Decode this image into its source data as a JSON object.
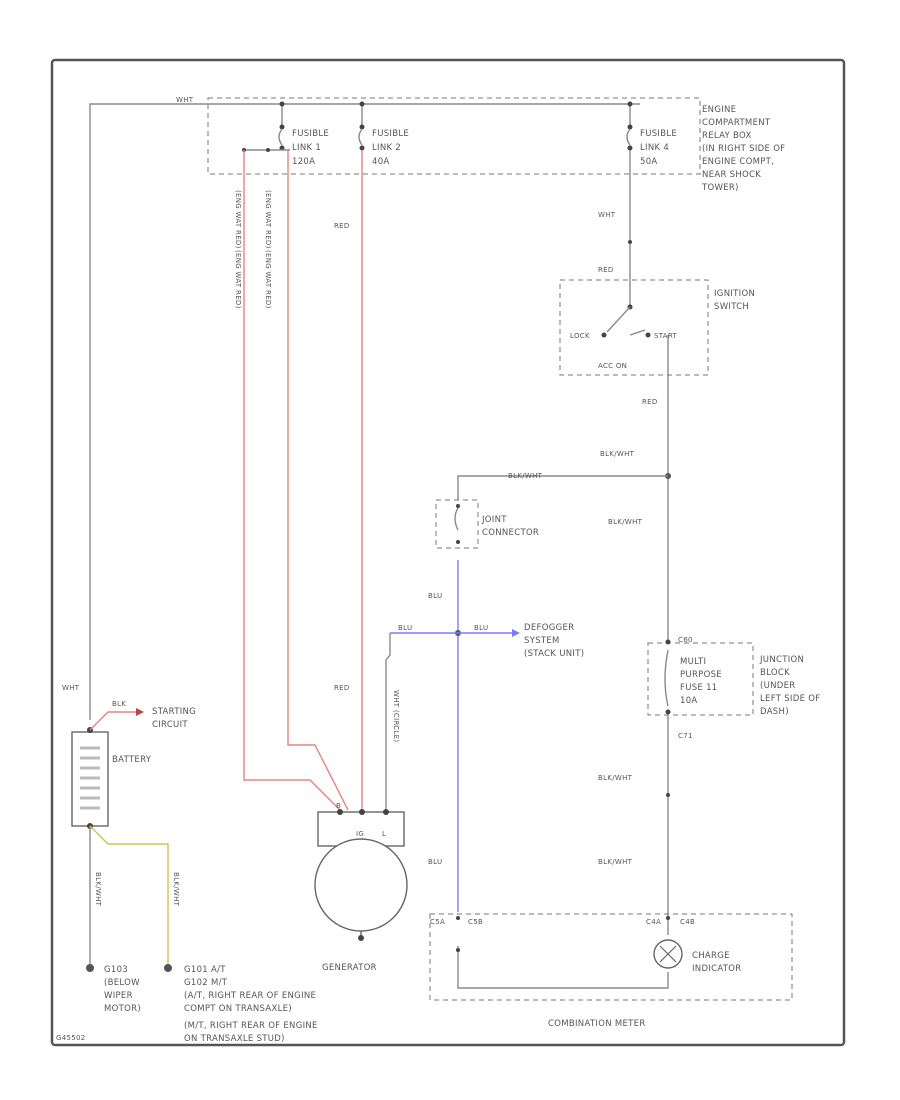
{
  "diagram": {
    "colors": {
      "red_wire": "#f08080",
      "blue_wire": "#7a7aff",
      "yel_wire": "#c8c84a",
      "wire": "#8a8a8a",
      "frame": "#555555"
    },
    "labels": {
      "wht_top": "WHT",
      "wht_left": "WHT",
      "fusible_1": [
        "FUSIBLE",
        "LINK 1",
        "120A"
      ],
      "fusible_2": [
        "FUSIBLE",
        "LINK 2",
        "40A"
      ],
      "fusible_4": [
        "FUSIBLE",
        "LINK 4",
        "50A"
      ],
      "relay_box": [
        "ENGINE",
        "COMPARTMENT",
        "RELAY BOX",
        "(IN RIGHT SIDE OF",
        "ENGINE COMPT,",
        "NEAR SHOCK",
        "TOWER)"
      ],
      "wire_a1": "(ENG WAT RED)",
      "wire_a2": "(ENG WAT RED)",
      "wire_b1": "(ENG WAT RED)",
      "wire_b2": "(ENG WAT RED)",
      "red_1": "RED",
      "red_2": "RED",
      "wht_ign": "WHT",
      "red_ign_top": "RED",
      "red_ign_bot": "RED",
      "ignition_switch": [
        "IGNITION",
        "SWITCH"
      ],
      "lock": "LOCK",
      "start": "START",
      "acc_on": "ACC  ON",
      "blk_wht_1": "BLK/WHT",
      "blk_wht_2": "BLK/WHT",
      "blk_wht_3": "BLK/WHT",
      "blk_wht_4": "BLK/WHT",
      "blk_wht_5": "BLK/WHT",
      "joint_connector": [
        "JOINT",
        "CONNECTOR"
      ],
      "blu_1": "BLU",
      "blu_2": "BLU",
      "blu_3": "BLU",
      "blu_4": "BLU",
      "defogger": [
        "DEFOGGER",
        "SYSTEM",
        "(STACK UNIT)"
      ],
      "wht_circle": "WHT (CIRCLE)",
      "fuse_block": [
        "JUNCTION",
        "BLOCK",
        "(UNDER",
        "LEFT SIDE OF",
        "DASH)"
      ],
      "multi_fuse": [
        "MULTI",
        "PURPOSE",
        "FUSE 11",
        "10A"
      ],
      "c60": "C60",
      "c71": "C71",
      "blk_starting": "BLK",
      "starting_circuit": [
        "STARTING",
        "CIRCUIT"
      ],
      "battery": "BATTERY",
      "generator": "GENERATOR",
      "gen_terms": [
        "B",
        "IG",
        "L"
      ],
      "gnd_left_wire": "BLK/WHT",
      "gnd_right_wire": "BLK/WHT",
      "g103": [
        "G103",
        "(BELOW",
        "WIPER",
        "MOTOR)"
      ],
      "g101": [
        "G101 A/T",
        "G102 M/T",
        "(A/T, RIGHT REAR OF ENGINE",
        "COMPT ON TRANSAXLE)",
        "(M/T, RIGHT REAR OF ENGINE",
        "ON TRANSAXLE STUD)"
      ],
      "c4a": "C4A",
      "c4b": "C4B",
      "c5a": "C5A",
      "c5b": "C5B",
      "charge_indicator": [
        "CHARGE",
        "INDICATOR"
      ],
      "combination_meter": "COMBINATION METER",
      "footer": "G45502"
    }
  }
}
